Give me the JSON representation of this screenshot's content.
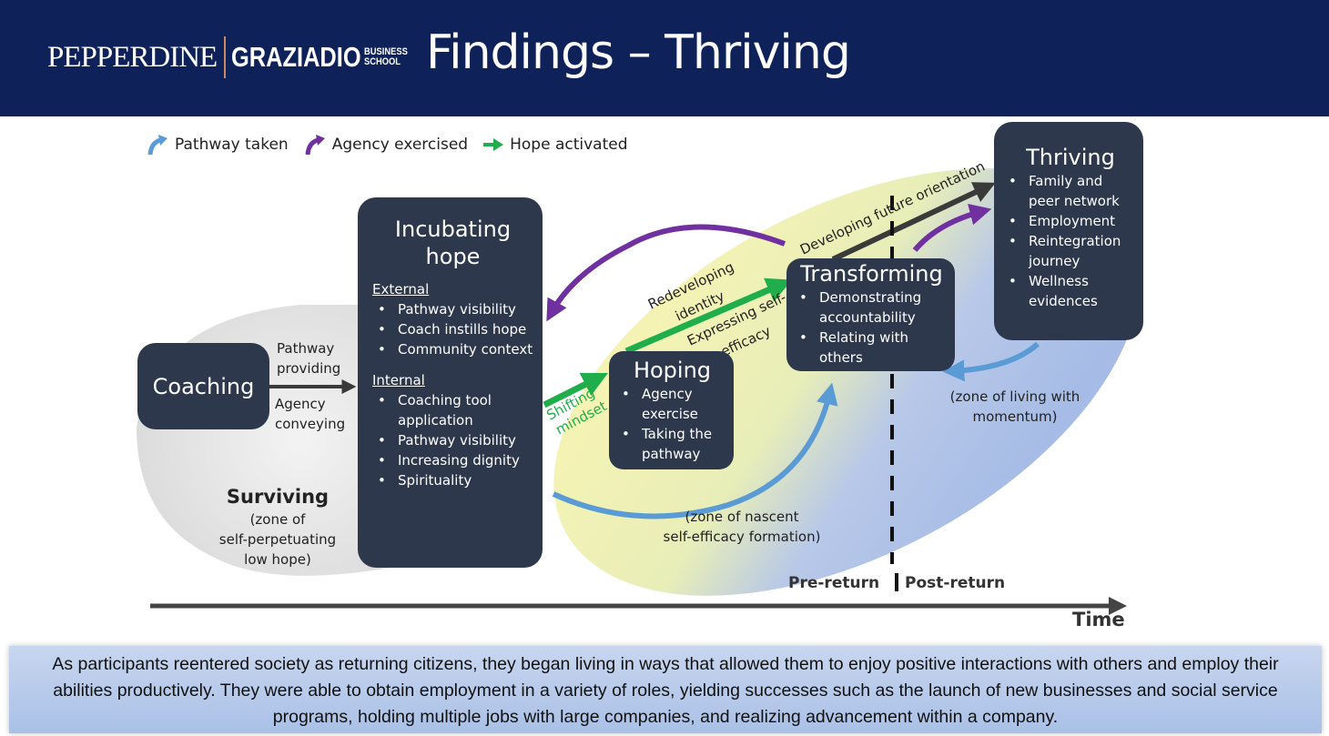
{
  "header": {
    "logo_primary": "PEPPERDINE",
    "logo_secondary": "GRAZIADIO",
    "logo_tertiary_line1": "BUSINESS",
    "logo_tertiary_line2": "SCHOOL",
    "title": "Findings – Thriving"
  },
  "colors": {
    "header_bg": "#0e2158",
    "node_bg": "#2d384d",
    "pathway": "#5b9bd5",
    "agency": "#7030a0",
    "hope": "#1fae4b",
    "future": "#3a3a3a"
  },
  "legend": {
    "items": [
      {
        "icon": "curved-arrow-blue-icon",
        "label": "Pathway taken"
      },
      {
        "icon": "curved-arrow-purple-icon",
        "label": "Agency exercised"
      },
      {
        "icon": "arrow-green-icon",
        "label": "Hope activated"
      }
    ]
  },
  "nodes": {
    "coaching": {
      "title": "Coaching"
    },
    "incubating": {
      "title_line1": "Incubating",
      "title_line2": "hope",
      "external_heading": "External",
      "external_items": [
        "Pathway visibility",
        "Coach instills hope",
        "Community context"
      ],
      "internal_heading": "Internal",
      "internal_items": [
        "Coaching tool application",
        "Pathway visibility",
        "Increasing dignity",
        "Spirituality"
      ]
    },
    "hoping": {
      "title": "Hoping",
      "items": [
        "Agency exercise",
        "Taking the pathway"
      ]
    },
    "transforming": {
      "title": "Transforming",
      "items": [
        "Demonstrating accountability",
        "Relating with others"
      ]
    },
    "thriving": {
      "title": "Thriving",
      "items": [
        "Family and peer network",
        "Employment",
        "Reintegration journey",
        "Wellness evidences"
      ]
    }
  },
  "arrow_labels": {
    "pathway_providing_1": "Pathway",
    "pathway_providing_2": "providing",
    "agency_conveying_1": "Agency",
    "agency_conveying_2": "conveying",
    "shifting_1": "Shifting",
    "shifting_2": "mindset",
    "redeveloping_1": "Redeveloping",
    "redeveloping_2": "identity",
    "expressing_1": "Expressing self-",
    "expressing_2": "efficacy",
    "future": "Developing future orientation"
  },
  "zones": {
    "surviving_title": "Surviving",
    "surviving_desc": [
      "(zone of",
      "self-perpetuating",
      "low hope)"
    ],
    "nascent_desc": [
      "(zone of nascent",
      "self-efficacy formation)"
    ],
    "momentum_desc": [
      "(zone of living with",
      "momentum)"
    ]
  },
  "timeline": {
    "pre": "Pre-return",
    "post": "Post-return",
    "axis_label": "Time"
  },
  "footer": {
    "text": "As participants reentered society as returning citizens, they began living in ways that allowed them to enjoy positive interactions with others and employ their abilities productively. They were able to obtain employment in a variety of roles, yielding successes such as the launch of new businesses and social service programs, holding multiple jobs with large companies, and realizing advancement within a company."
  }
}
